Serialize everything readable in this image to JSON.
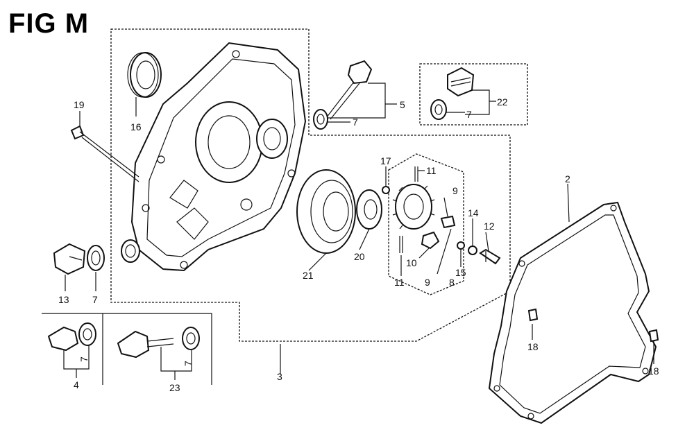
{
  "figure": {
    "title": "FIG M"
  },
  "callouts": {
    "c2": "2",
    "c3": "3",
    "c4": "4",
    "c5": "5",
    "c7a": "7",
    "c7b": "7",
    "c7c": "7",
    "c7d": "7",
    "c7e": "7",
    "c8": "8",
    "c9a": "9",
    "c9b": "9",
    "c10": "10",
    "c11a": "11",
    "c11b": "11",
    "c12": "12",
    "c13": "13",
    "c14": "14",
    "c15": "15",
    "c16": "16",
    "c17": "17",
    "c18a": "18",
    "c18b": "18",
    "c19": "19",
    "c20": "20",
    "c21": "21",
    "c22": "22",
    "c23": "23"
  }
}
